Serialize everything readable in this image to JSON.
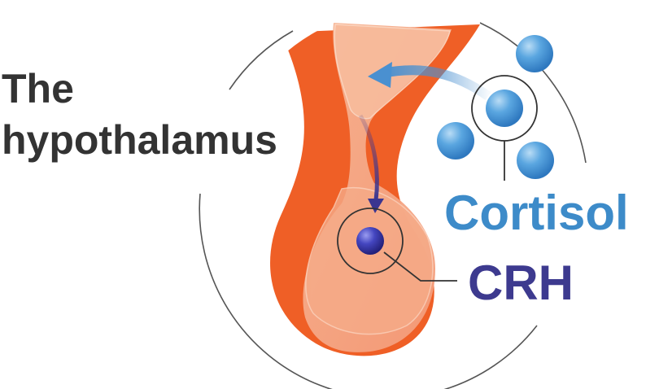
{
  "title": {
    "line1": "The",
    "line2": "hypothalamus"
  },
  "labels": {
    "cortisol": "Cortisol",
    "crh": "CRH"
  },
  "colors": {
    "title_text": "#333333",
    "cortisol_text": "#3d8bc9",
    "crh_text": "#3d3a8f",
    "outer_tissue": "#ef5f26",
    "inner_tissue": "#f6a684",
    "inner_highlight": "#f8b99b",
    "cortisol_molecule": "#4a9ad9",
    "crh_molecule": "#3b3aa8",
    "arrow_cortisol": "#4a90d0",
    "arrow_crh": "#3a3590",
    "circle_outline": "#555555"
  },
  "icons": {
    "cortisol_molecule": "sphere-icon",
    "crh_molecule": "sphere-icon",
    "feedback_arrow": "curved-arrow-icon",
    "release_arrow": "down-arrow-icon"
  }
}
